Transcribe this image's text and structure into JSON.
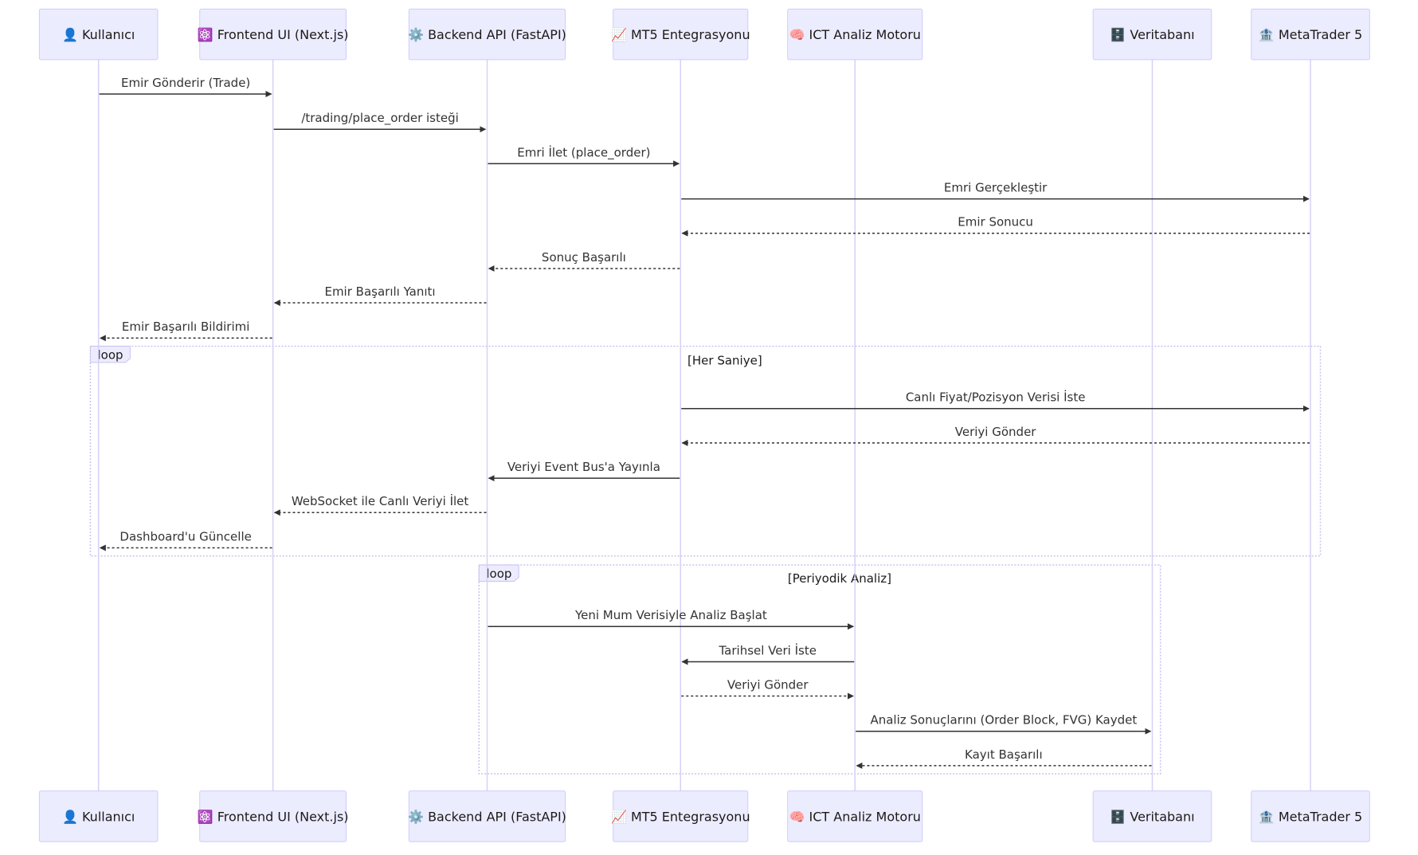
{
  "participants": [
    {
      "id": "user",
      "icon": "👤",
      "label": "Kullanıcı"
    },
    {
      "id": "frontend",
      "icon": "⚛️",
      "label": "Frontend UI (Next.js)"
    },
    {
      "id": "backend",
      "icon": "⚙️",
      "label": "Backend API (FastAPI)"
    },
    {
      "id": "mt5",
      "icon": "📈",
      "label": "MT5 Entegrasyonu"
    },
    {
      "id": "ict",
      "icon": "🧠",
      "label": "ICT Analiz Motoru"
    },
    {
      "id": "db",
      "icon": "🗄️",
      "label": "Veritabanı"
    },
    {
      "id": "metatrader",
      "icon": "🏦",
      "label": "MetaTrader 5"
    }
  ],
  "messages": [
    {
      "from": "user",
      "to": "frontend",
      "label": "Emir Gönderir (Trade)",
      "kind": "solid"
    },
    {
      "from": "frontend",
      "to": "backend",
      "label": "/trading/place_order isteği",
      "kind": "solid"
    },
    {
      "from": "backend",
      "to": "mt5",
      "label": "Emri İlet (place_order)",
      "kind": "solid"
    },
    {
      "from": "mt5",
      "to": "metatrader",
      "label": "Emri Gerçekleştir",
      "kind": "solid"
    },
    {
      "from": "metatrader",
      "to": "mt5",
      "label": "Emir Sonucu",
      "kind": "dashed"
    },
    {
      "from": "mt5",
      "to": "backend",
      "label": "Sonuç Başarılı",
      "kind": "dashed"
    },
    {
      "from": "backend",
      "to": "frontend",
      "label": "Emir Başarılı Yanıtı",
      "kind": "dashed"
    },
    {
      "from": "frontend",
      "to": "user",
      "label": "Emir Başarılı Bildirimi",
      "kind": "dashed"
    },
    {
      "from": "mt5",
      "to": "metatrader",
      "label": "Canlı Fiyat/Pozisyon Verisi İste",
      "kind": "solid"
    },
    {
      "from": "metatrader",
      "to": "mt5",
      "label": "Veriyi Gönder",
      "kind": "dashed"
    },
    {
      "from": "mt5",
      "to": "backend",
      "label": "Veriyi Event Bus'a Yayınla",
      "kind": "solid"
    },
    {
      "from": "backend",
      "to": "frontend",
      "label": "WebSocket ile Canlı Veriyi İlet",
      "kind": "dashed"
    },
    {
      "from": "frontend",
      "to": "user",
      "label": "Dashboard'u Güncelle",
      "kind": "dashed"
    },
    {
      "from": "backend",
      "to": "ict",
      "label": "Yeni Mum Verisiyle Analiz Başlat",
      "kind": "solid"
    },
    {
      "from": "ict",
      "to": "mt5",
      "label": "Tarihsel Veri İste",
      "kind": "solid"
    },
    {
      "from": "mt5",
      "to": "ict",
      "label": "Veriyi Gönder",
      "kind": "dashed"
    },
    {
      "from": "ict",
      "to": "db",
      "label": "Analiz Sonuçlarını (Order Block, FVG) Kaydet",
      "kind": "solid"
    },
    {
      "from": "db",
      "to": "ict",
      "label": "Kayıt Başarılı",
      "kind": "dashed"
    }
  ],
  "loops": [
    {
      "tab": "loop",
      "condition": "[Her Saniye]"
    },
    {
      "tab": "loop",
      "condition": "[Periyodik Analiz]"
    }
  ]
}
